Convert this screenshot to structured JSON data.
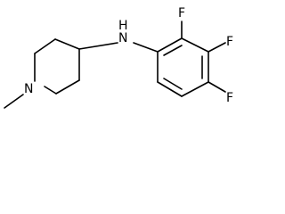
{
  "molecule": {
    "atoms": {
      "n_ring": "N",
      "nh": "N",
      "h": "H",
      "f_top": "F",
      "f_mid": "F",
      "f_bottom": "F"
    },
    "colors": {
      "bond": "#000000",
      "text": "#000000",
      "background": "#ffffff"
    }
  }
}
